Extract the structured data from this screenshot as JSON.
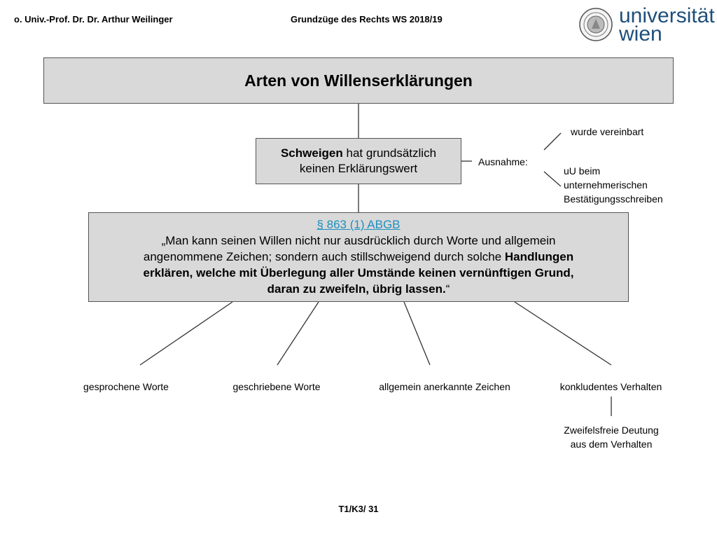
{
  "header": {
    "author": "o. Univ.-Prof. Dr. Dr. Arthur Weilinger",
    "course": "Grundzüge des Rechts WS 2018/19",
    "logo": {
      "line1": "universität",
      "line2": "wien",
      "icon": "university-seal-icon",
      "color": "#1e4f7a"
    }
  },
  "diagram": {
    "title": "Arten von Willenserklärungen",
    "silence": {
      "bold": "Schweigen",
      "rest": " hat grundsätzlich",
      "line2": "keinen Erklärungswert"
    },
    "exception": {
      "label": "Ausnahme:",
      "items": [
        "wurde vereinbart",
        "uU beim",
        "unternehmerischen",
        "Bestätigungsschreiben"
      ]
    },
    "law": {
      "citation": "§ 863 (1) ABGB",
      "line1": "„Man kann seinen Willen nicht nur ausdrücklich durch Worte und allgemein",
      "line2a": "angenommene Zeichen; sondern auch stillschweigend durch solche ",
      "line2b": "Handlungen",
      "line3": "erklären, welche mit Überlegung aller Umstände keinen vernünftigen Grund,",
      "line4": "daran zu zweifeln, übrig lassen.",
      "line4end": "“"
    },
    "leaves": [
      "gesprochene Worte",
      "geschriebene Worte",
      "allgemein anerkannte Zeichen",
      "konkludentes Verhalten"
    ],
    "conclusion": {
      "line1": "Zweifelsfreie Deutung",
      "line2": "aus dem Verhalten"
    }
  },
  "footer": {
    "page": "T1/K3/ 31"
  }
}
